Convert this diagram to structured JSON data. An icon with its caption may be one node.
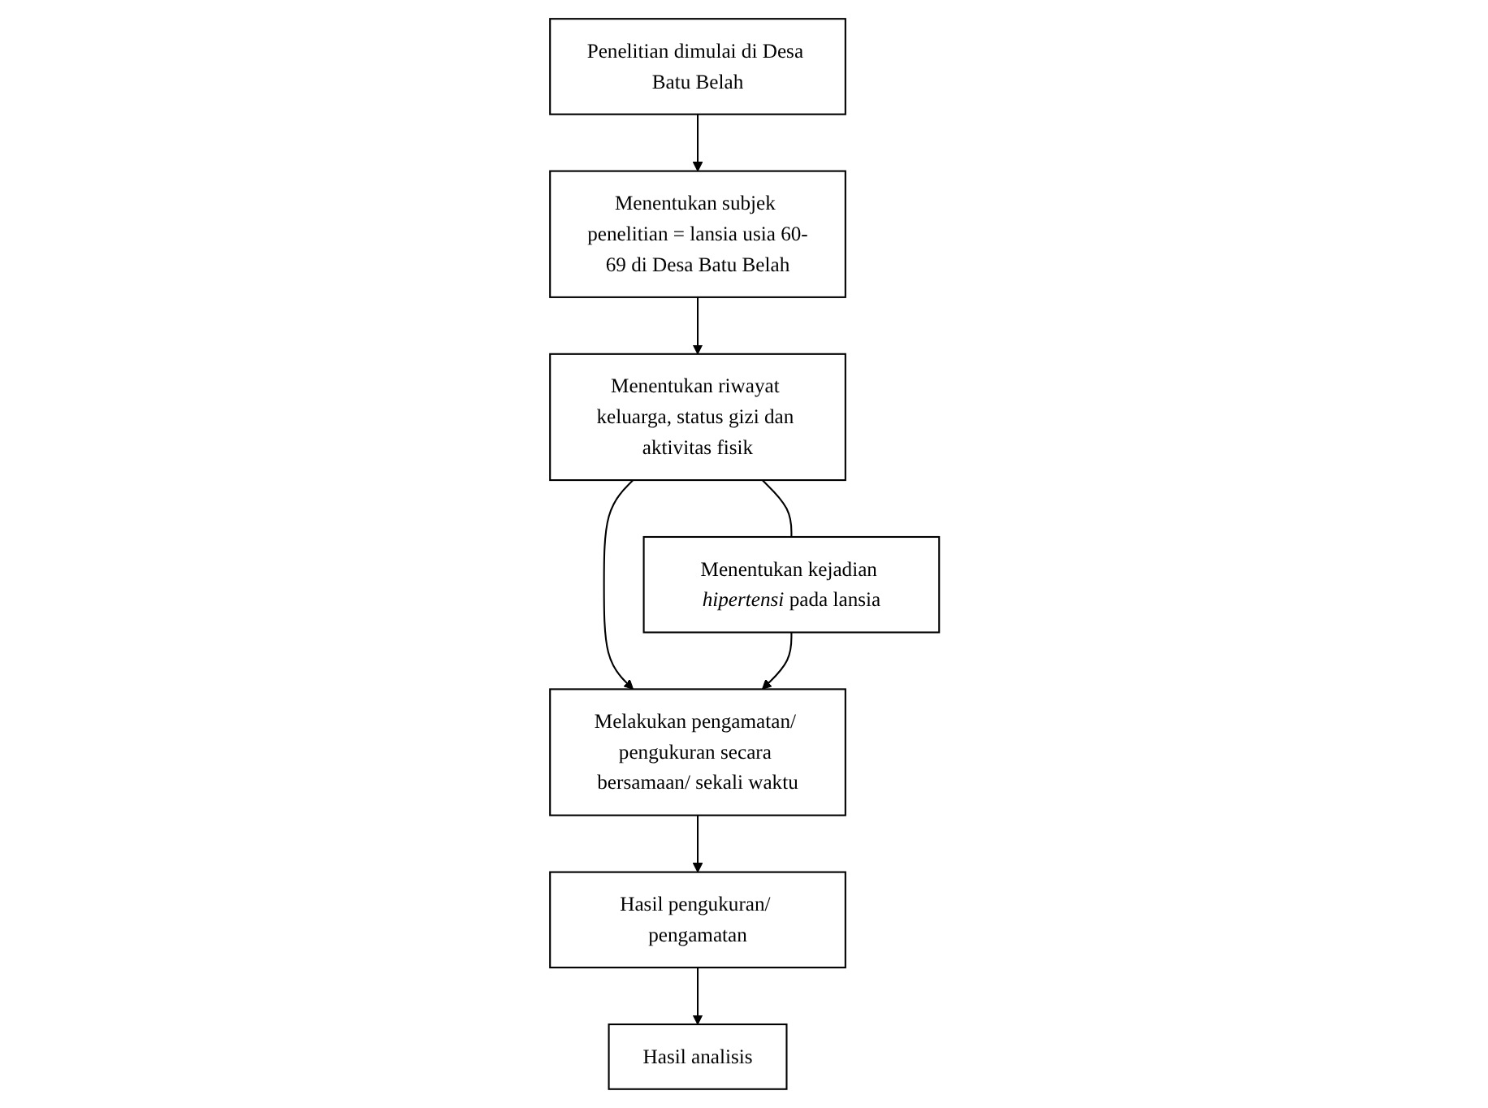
{
  "diagram": {
    "nodes": [
      {
        "text": [
          "Penelitian dimulai di Desa Batu Belah"
        ]
      },
      {
        "text": [
          "Menentukan subjek penelitian = lansia usia 60-69 di Desa Batu Belah"
        ]
      },
      {
        "text": [
          "Menentukan riwayat keluarga, status gizi dan aktivitas fisik"
        ]
      },
      {
        "text": [
          "Menentukan kejadian *hipertensi* pada lansia"
        ]
      },
      {
        "text": [
          "Melakukan pengamatan/ pengukuran secara bersamaan/ sekali waktu"
        ]
      },
      {
        "text": [
          "Hasil pengukuran/ pengamatan"
        ]
      },
      {
        "text": [
          "Hasil analisis"
        ]
      }
    ],
    "edges": [
      {
        "from": 0,
        "to": 1,
        "arrow": "to"
      },
      {
        "from": 1,
        "to": 2,
        "arrow": "to"
      },
      {
        "from": 2,
        "to": 3,
        "arrow": "none"
      },
      {
        "from": 2,
        "to": 4,
        "arrow": "to"
      },
      {
        "from": 3,
        "to": 4,
        "arrow": "to"
      },
      {
        "from": 4,
        "to": 5,
        "arrow": "to"
      },
      {
        "from": 5,
        "to": 6,
        "arrow": "to"
      }
    ]
  }
}
